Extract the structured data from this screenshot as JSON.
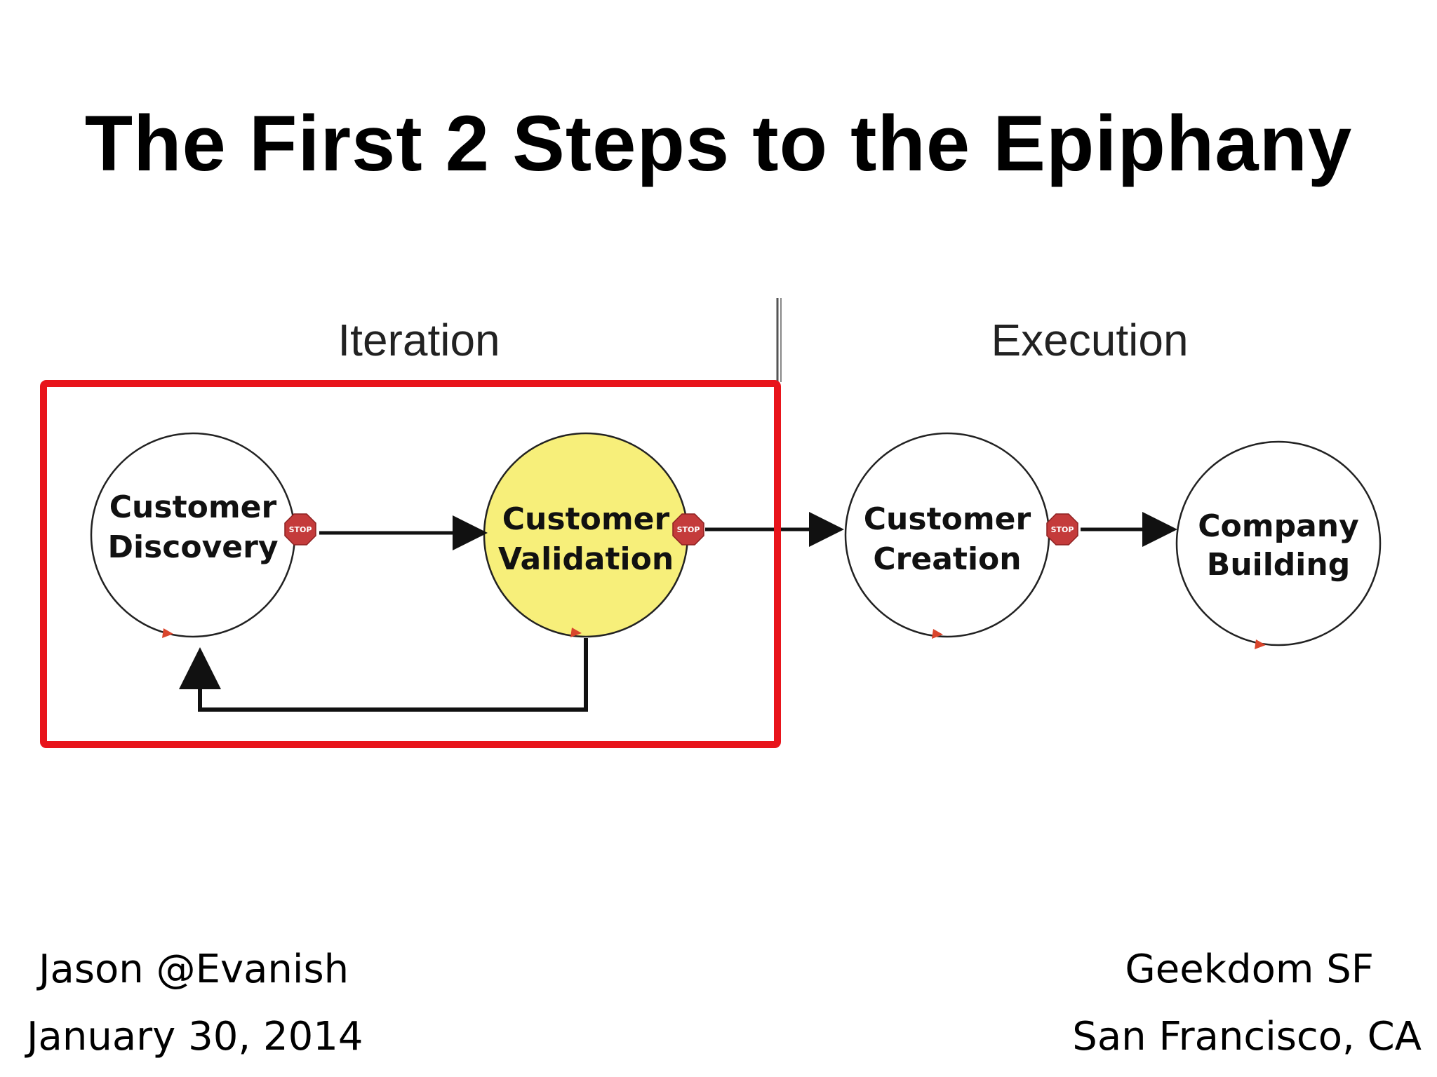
{
  "title": "The First 2 Steps to the Epiphany",
  "phases": {
    "iteration": "Iteration",
    "execution": "Execution"
  },
  "nodes": [
    {
      "line1": "Customer",
      "line2": "Discovery"
    },
    {
      "line1": "Customer",
      "line2": "Validation"
    },
    {
      "line1": "Customer",
      "line2": "Creation"
    },
    {
      "line1": "Company",
      "line2": "Building"
    }
  ],
  "stop_sign_label": "STOP",
  "colors": {
    "highlight_box": "#e8141b",
    "validation_fill": "#f7ef7a",
    "stop_sign": "#c43b3b",
    "arrow": "#111111"
  },
  "footer": {
    "left_line1": "Jason @Evanish",
    "left_line2": "January 30, 2014",
    "right_line1": "Geekdom SF",
    "right_line2": "San Francisco, CA"
  }
}
